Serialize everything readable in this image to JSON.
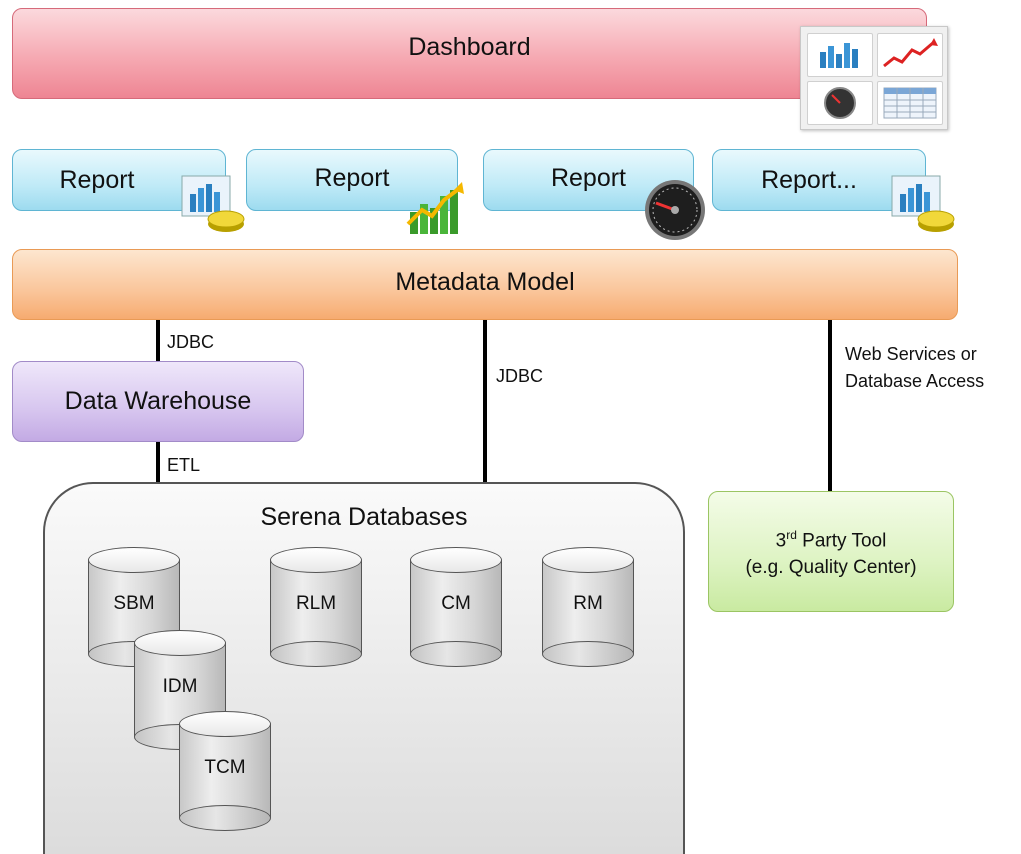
{
  "dashboard": {
    "label": "Dashboard"
  },
  "reports": [
    {
      "label": "Report",
      "icon": "bar-pie-chart-icon"
    },
    {
      "label": "Report",
      "icon": "trend-chart-icon"
    },
    {
      "label": "Report",
      "icon": "gauge-icon"
    },
    {
      "label": "Report...",
      "icon": "bar-pie-chart-icon"
    }
  ],
  "metadata_model": {
    "label": "Metadata Model"
  },
  "connectors": {
    "jdbc_left": "JDBC",
    "jdbc_mid": "JDBC",
    "web_services_line1": "Web Services or",
    "web_services_line2": "Database Access",
    "etl": "ETL"
  },
  "data_warehouse": {
    "label": "Data Warehouse"
  },
  "serena": {
    "title": "Serena Databases",
    "databases": [
      "SBM",
      "IDM",
      "TCM",
      "RLM",
      "CM",
      "RM"
    ]
  },
  "third_party": {
    "prefix": "3",
    "sup": "rd",
    "line1_rest": " Party Tool",
    "line2": "(e.g. Quality Center)"
  },
  "colors": {
    "dashboard": "#f6a9b2",
    "report": "#bfeaf7",
    "metadata": "#fac59a",
    "warehouse": "#d7c6ef",
    "third_party": "#ddf3c2",
    "serena": "#e6e6e6"
  }
}
